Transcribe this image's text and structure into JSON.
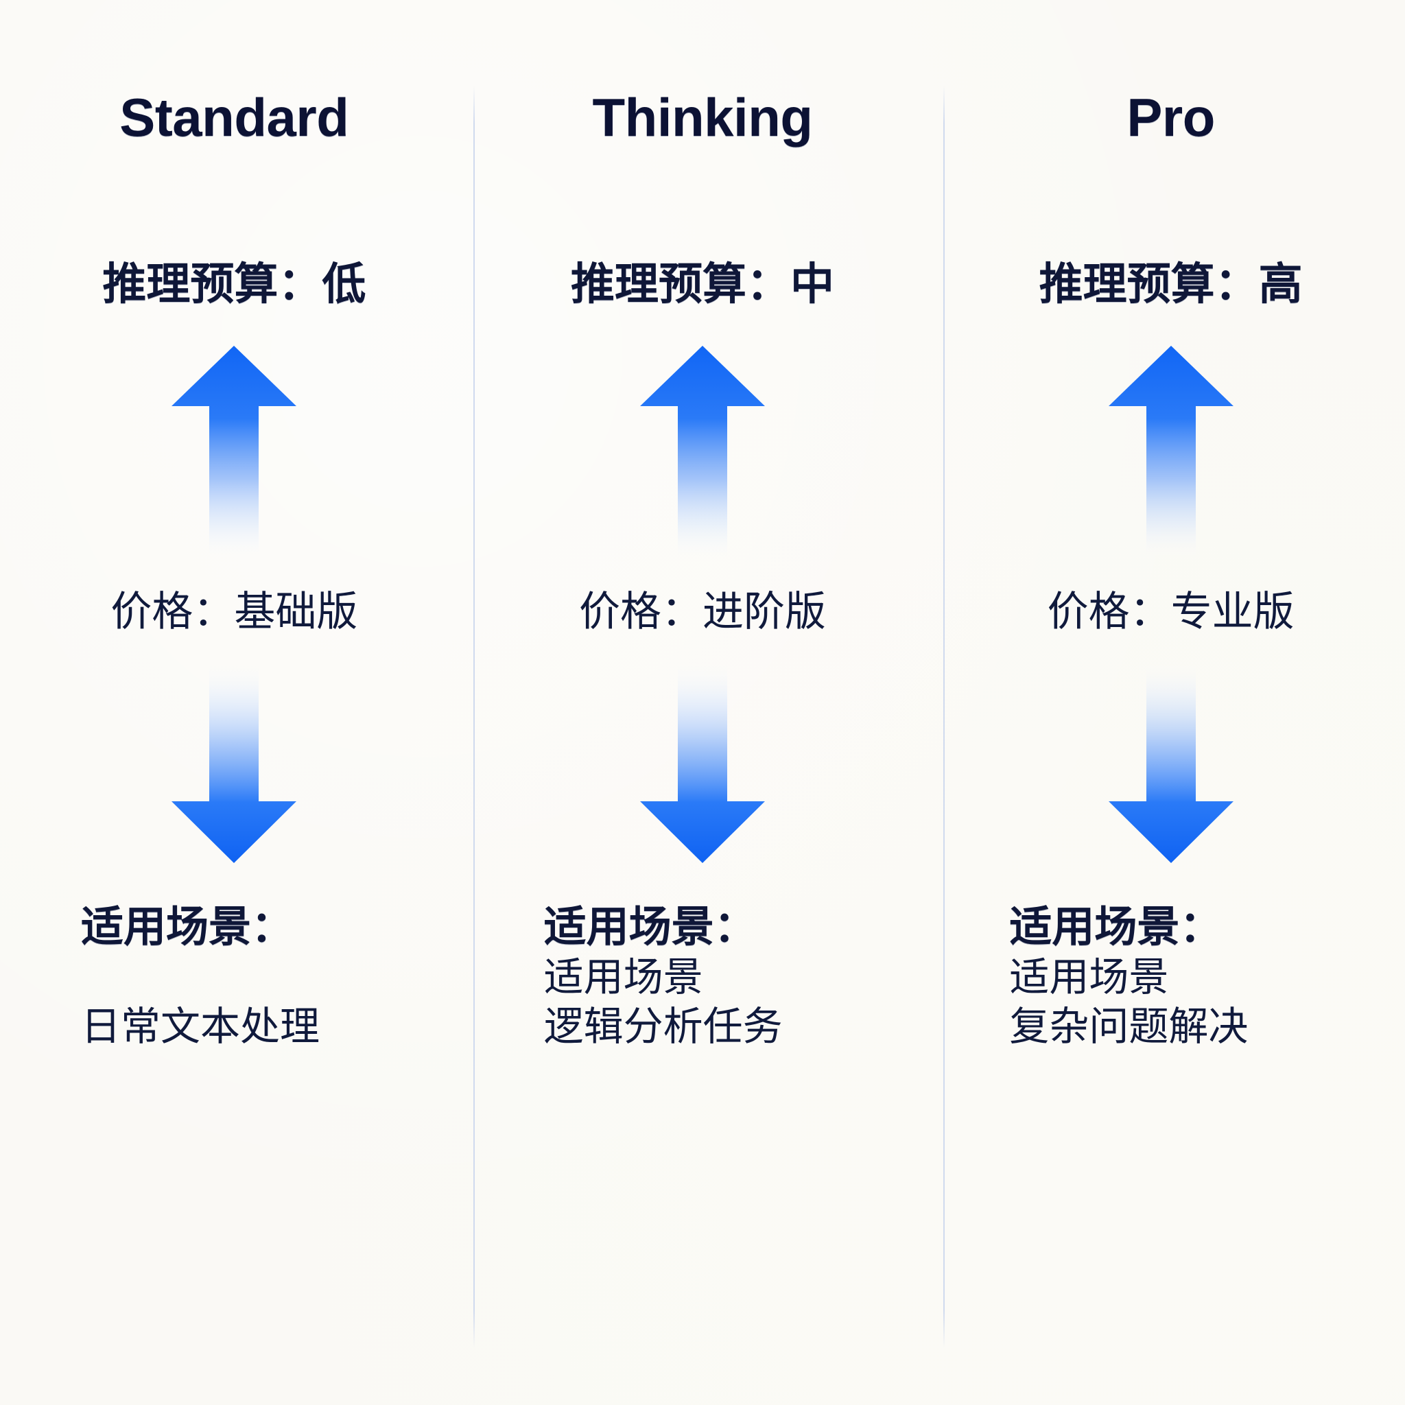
{
  "canvas": {
    "background_color": "#faf9f5",
    "divider_color": "#cdd8ee",
    "text_color": "#0c1234",
    "arrow_color": "#1166f5"
  },
  "columns": [
    {
      "title": "Standard",
      "budget_label": "推理预算：低",
      "up_arrow_icon": "arrow-up-icon",
      "price_label": "价格：基础版",
      "down_arrow_icon": "arrow-down-icon",
      "usecase_heading": "适用场景：",
      "usecase_lines": [
        "日常文本处理"
      ]
    },
    {
      "title": "Thinking",
      "budget_label": "推理预算：中",
      "up_arrow_icon": "arrow-up-icon",
      "price_label": "价格：进阶版",
      "down_arrow_icon": "arrow-down-icon",
      "usecase_heading": "适用场景：",
      "usecase_lines": [
        "适用场景",
        "逻辑分析任务"
      ]
    },
    {
      "title": "Pro",
      "budget_label": "推理预算：高",
      "up_arrow_icon": "arrow-up-icon",
      "price_label": "价格：专业版",
      "down_arrow_icon": "arrow-down-icon",
      "usecase_heading": "适用场景：",
      "usecase_lines": [
        "适用场景",
        "复杂问题解决"
      ]
    }
  ]
}
